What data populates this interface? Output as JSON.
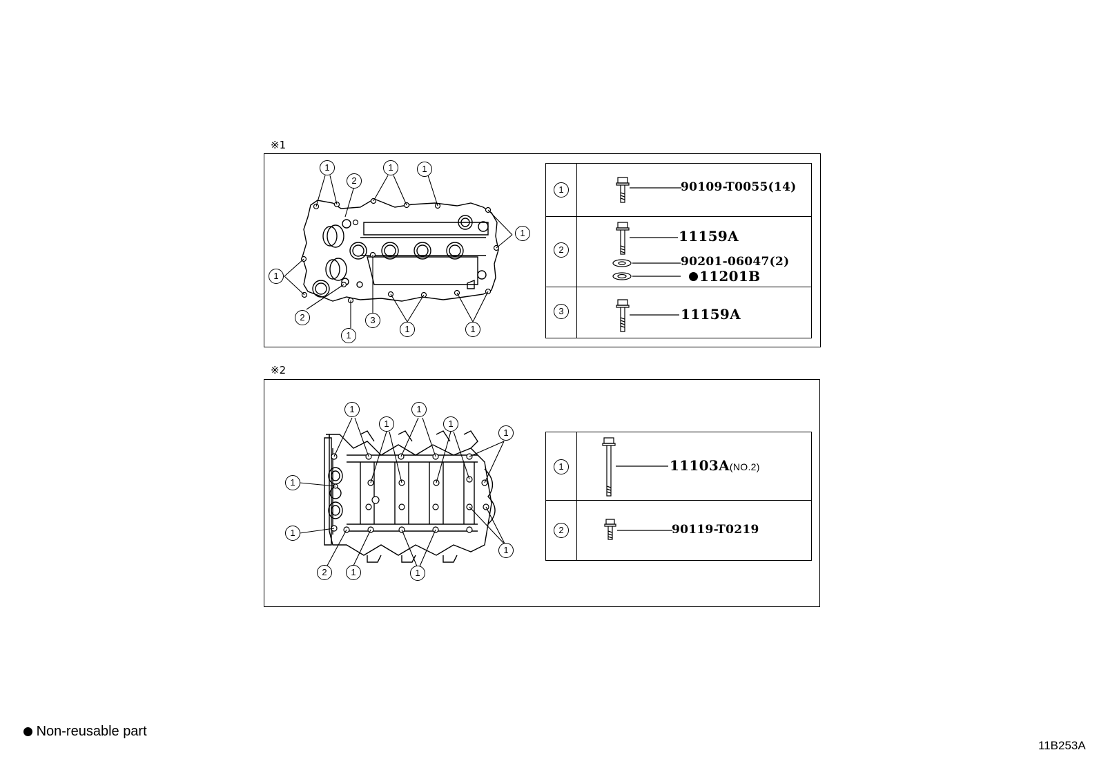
{
  "section1": {
    "mark": "※1",
    "callouts": [
      "1",
      "2",
      "3"
    ],
    "rows": [
      {
        "num": "1",
        "parts": [
          {
            "label": "90109-T0055(14)"
          }
        ]
      },
      {
        "num": "2",
        "parts": [
          {
            "label": "11159A"
          },
          {
            "label": "90201-06047(2)"
          },
          {
            "label": "11201B",
            "non_reusable": true
          }
        ]
      },
      {
        "num": "3",
        "parts": [
          {
            "label": "11159A"
          }
        ]
      }
    ]
  },
  "section2": {
    "mark": "※2",
    "callouts": [
      "1",
      "2"
    ],
    "rows": [
      {
        "num": "1",
        "parts": [
          {
            "label": "11103A",
            "suffix": "(NO.2)"
          }
        ]
      },
      {
        "num": "2",
        "parts": [
          {
            "label": "90119-T0219"
          }
        ]
      }
    ]
  },
  "legend": {
    "text": "Non-reusable part"
  },
  "image_id": "11B253A",
  "icons": {
    "bolt": "bolt-icon",
    "washer": "washer-icon",
    "gasket": "gasket-icon",
    "non_reusable": "filled-dot-icon"
  }
}
